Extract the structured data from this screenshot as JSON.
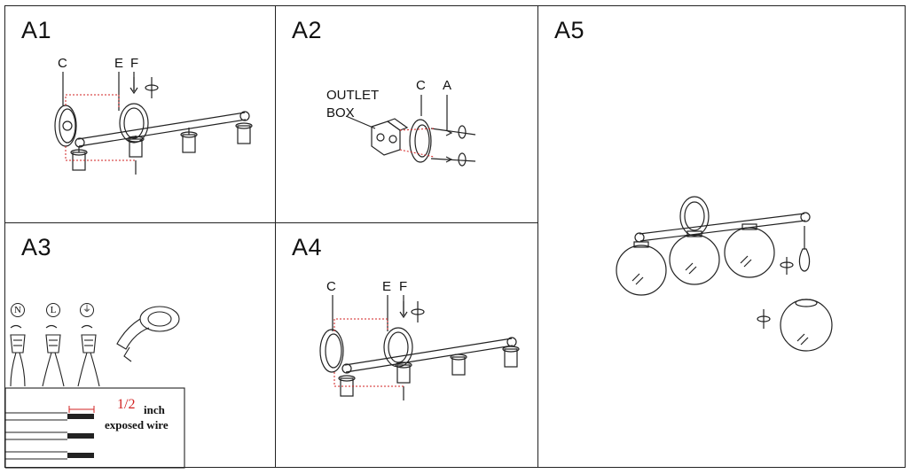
{
  "panels": {
    "a1": {
      "title": "A1",
      "labels": {
        "c": "C",
        "e": "E",
        "f": "F"
      }
    },
    "a2": {
      "title": "A2",
      "labels": {
        "outlet_box": "OUTLET\nBOX",
        "outlet_line1": "OUTLET",
        "outlet_line2": "BOX",
        "c": "C",
        "a": "A"
      }
    },
    "a3": {
      "title": "A3",
      "symbols": {
        "n": "N",
        "l": "L"
      },
      "measure": {
        "value": "1/2",
        "unit": "inch",
        "caption": "exposed wire"
      }
    },
    "a4": {
      "title": "A4",
      "labels": {
        "c": "C",
        "e": "E",
        "f": "F"
      }
    },
    "a5": {
      "title": "A5"
    }
  },
  "colors": {
    "line": "#222222",
    "guide_red": "#d22222",
    "background": "#ffffff"
  }
}
